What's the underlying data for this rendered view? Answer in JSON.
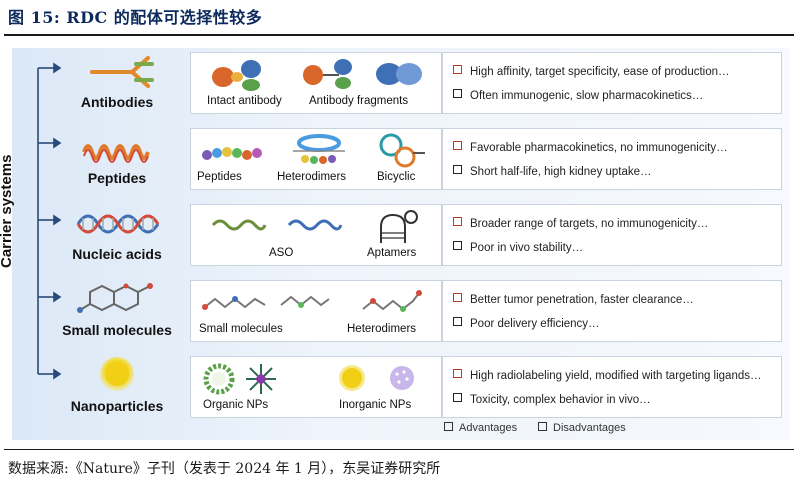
{
  "figure_title": "图 15:  RDC 的配体可选择性较多",
  "source": "数据来源:《Nature》子刊（发表于 2024 年 1 月），东吴证券研究所",
  "axis_label": "Carrier systems",
  "colors": {
    "advantage": "#c0392b",
    "disadvantage": "#222222",
    "accent": "#0d2a5c"
  },
  "rows": [
    {
      "category": "Antibodies",
      "items": [
        "Intact antibody",
        "Antibody fragments"
      ],
      "advantage": "High affinity, target specificity, ease of production…",
      "disadvantage": "Often immunogenic, slow pharmacokinetics…"
    },
    {
      "category": "Peptides",
      "items": [
        "Peptides",
        "Heterodimers",
        "Bicyclic"
      ],
      "advantage": "Favorable pharmacokinetics, no immunogenicity…",
      "disadvantage": "Short half-life, high kidney uptake…"
    },
    {
      "category": "Nucleic acids",
      "items": [
        "ASO",
        "Aptamers"
      ],
      "advantage": "Broader range of targets, no immunogenicity…",
      "disadvantage": "Poor in vivo stability…"
    },
    {
      "category": "Small molecules",
      "items": [
        "Small molecules",
        "Heterodimers"
      ],
      "advantage": "Better tumor penetration, faster clearance…",
      "disadvantage": "Poor delivery efficiency…"
    },
    {
      "category": "Nanoparticles",
      "items": [
        "Organic NPs",
        "Inorganic NPs"
      ],
      "advantage": "High radiolabeling yield, modified with targeting ligands…",
      "disadvantage": "Toxicity, complex behavior in vivo…"
    }
  ],
  "legend": {
    "advantages": "Advantages",
    "disadvantages": "Disadvantages"
  }
}
